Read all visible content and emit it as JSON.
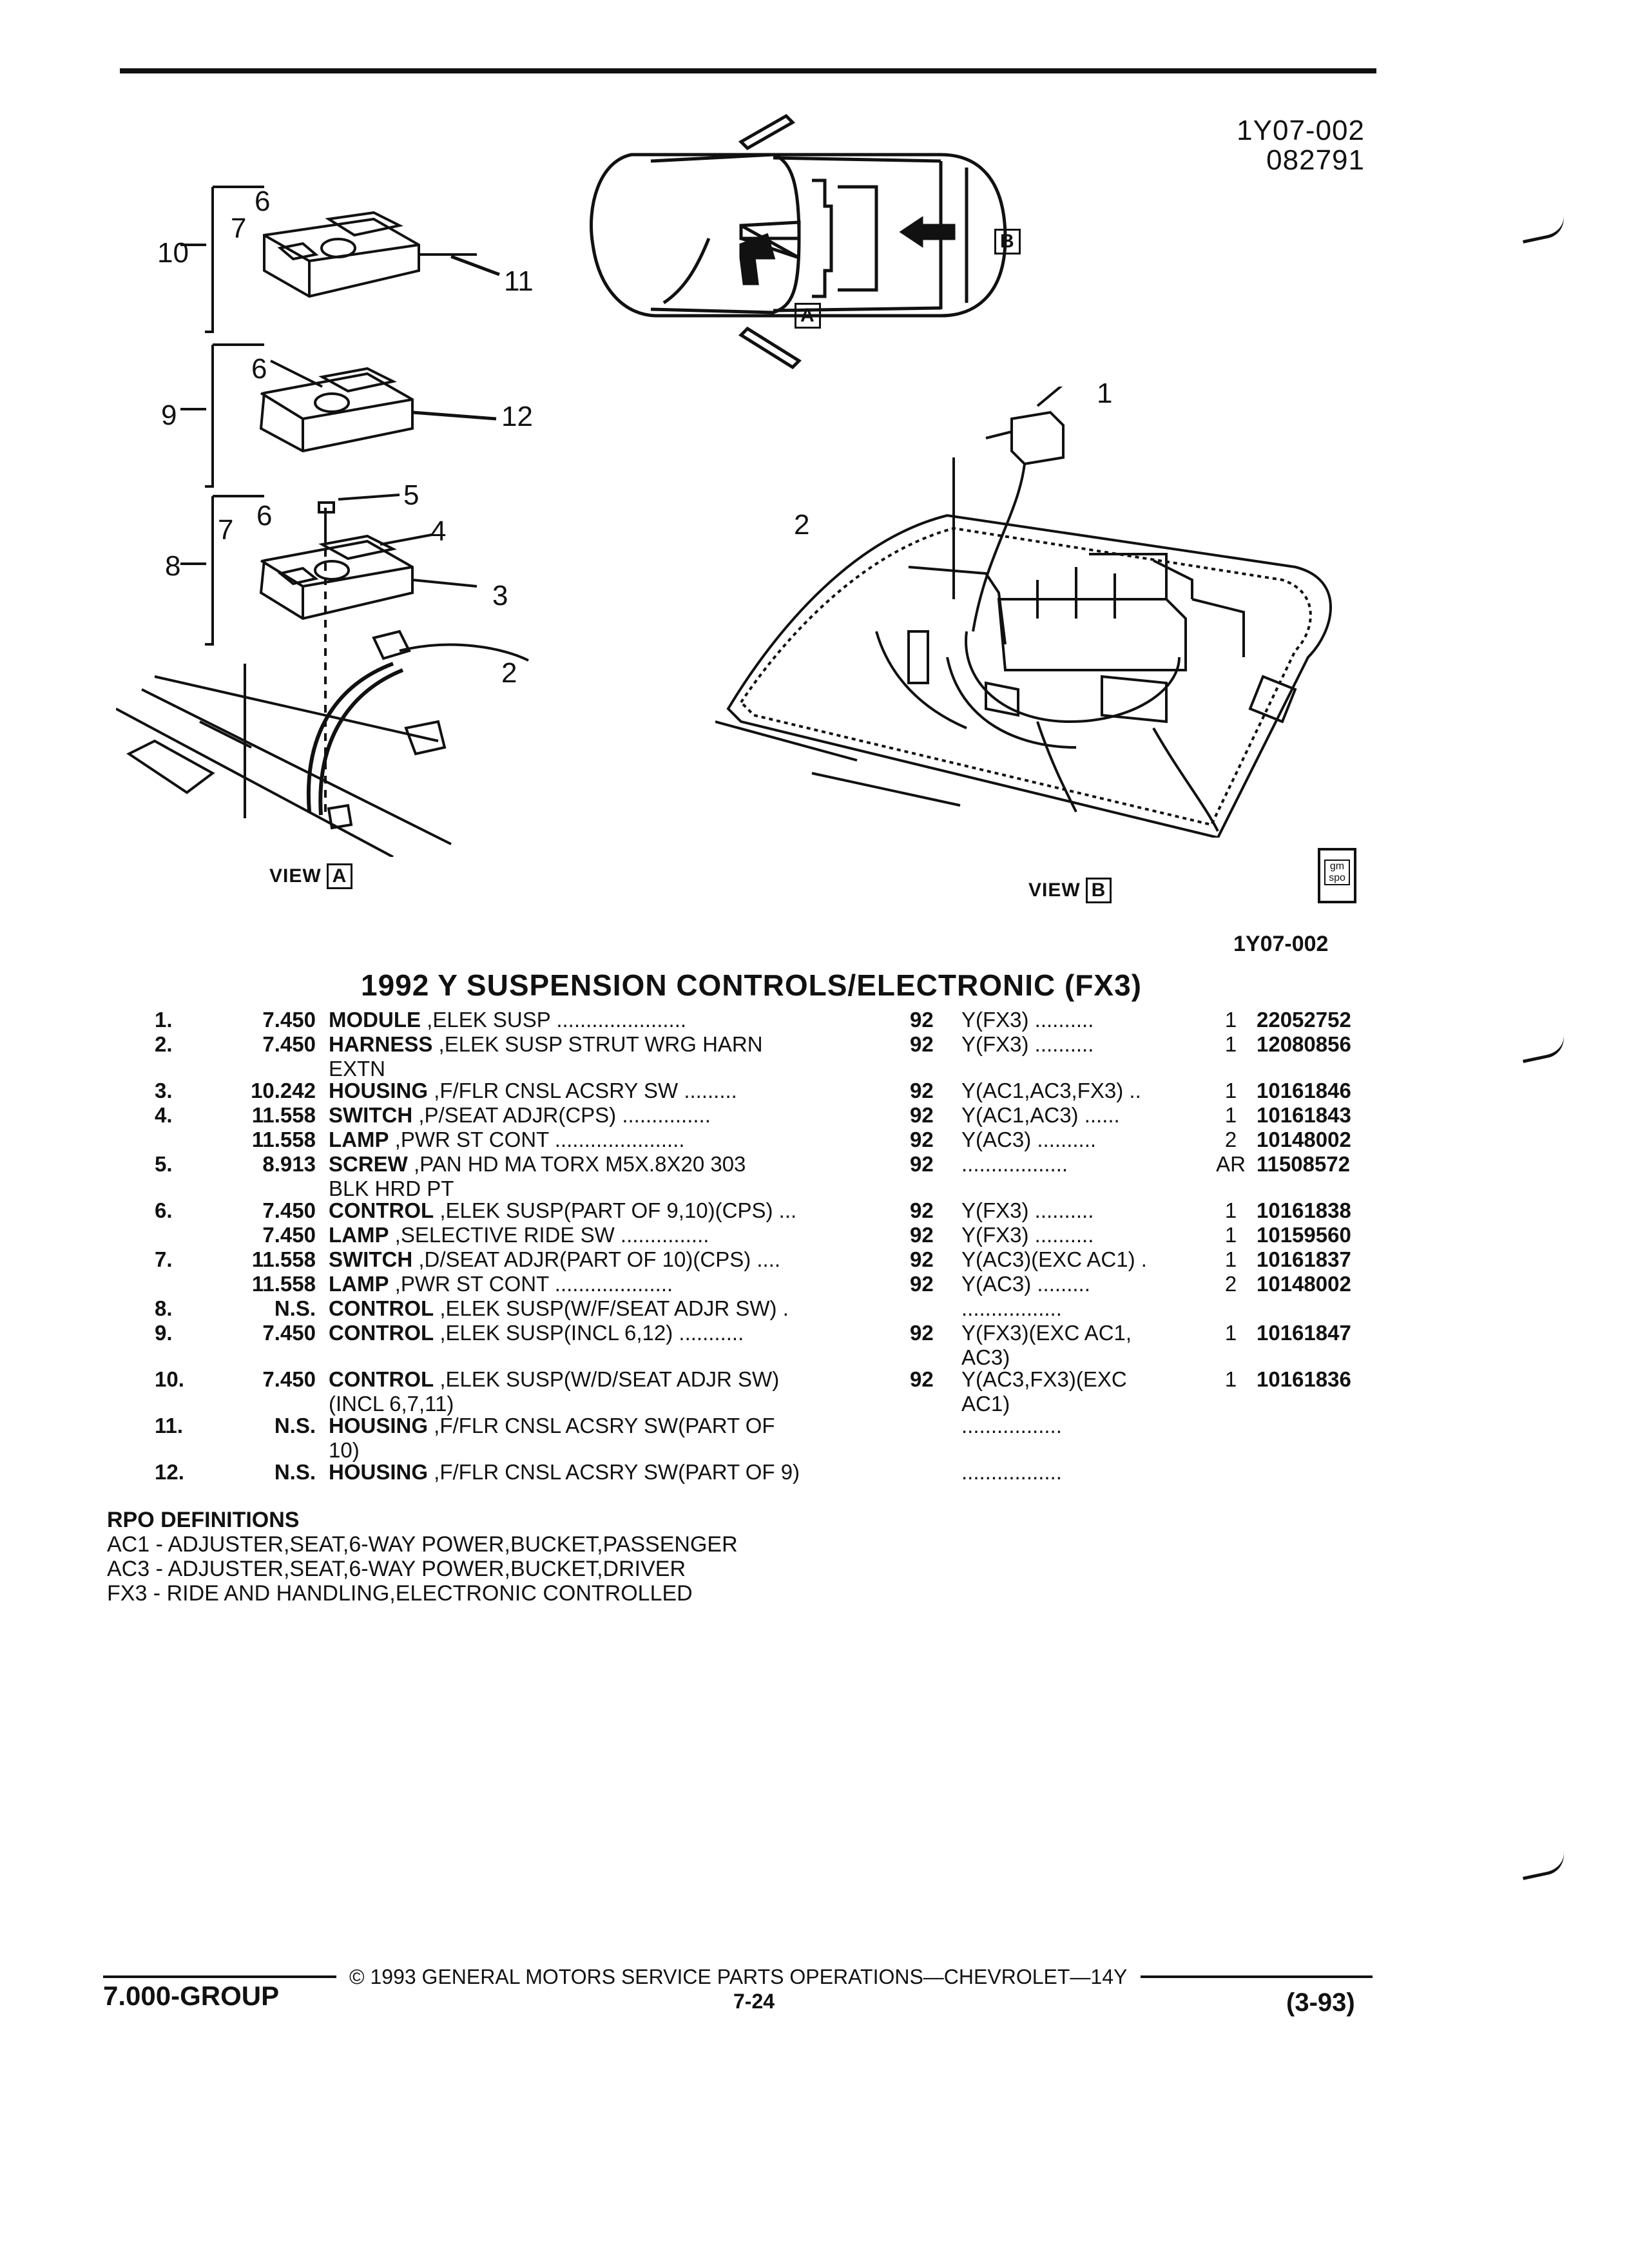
{
  "header": {
    "figure_ref": "1Y07-002",
    "figure_date": "082791"
  },
  "illustration": {
    "callouts_left": [
      "10",
      "7",
      "6",
      "11",
      "6",
      "9",
      "12",
      "7",
      "6",
      "5",
      "4",
      "8",
      "3",
      "2"
    ],
    "callouts_right": [
      "1",
      "2"
    ],
    "view_a_label": "VIEW",
    "view_a_box": "A",
    "view_b_label": "VIEW",
    "view_b_box": "B",
    "car_box_a": "A",
    "car_box_b": "B",
    "icon_text": "gm spo",
    "small_ref": "1Y07-002"
  },
  "title": "1992 Y SUSPENSION CONTROLS/ELECTRONIC (FX3)",
  "parts": [
    {
      "no": "1.",
      "grp": "7.450",
      "name": "MODULE",
      "desc": " ,ELEK SUSP ......................",
      "yr": "92",
      "model": "Y(FX3) ..........",
      "qty": "1",
      "part": "22052752"
    },
    {
      "no": "2.",
      "grp": "7.450",
      "name": "HARNESS",
      "desc": " ,ELEK SUSP STRUT WRG HARN",
      "desc2": "EXTN",
      "yr": "92",
      "model": "Y(FX3) ..........",
      "qty": "1",
      "part": "12080856"
    },
    {
      "no": "3.",
      "grp": "10.242",
      "name": "HOUSING",
      "desc": " ,F/FLR CNSL ACSRY SW .........",
      "yr": "92",
      "model": "Y(AC1,AC3,FX3) ..",
      "qty": "1",
      "part": "10161846"
    },
    {
      "no": "4.",
      "grp": "11.558",
      "name": "SWITCH",
      "desc": " ,P/SEAT ADJR(CPS) ...............",
      "yr": "92",
      "model": "Y(AC1,AC3) ......",
      "qty": "1",
      "part": "10161843"
    },
    {
      "no": "",
      "grp": "11.558",
      "name": "LAMP",
      "desc": " ,PWR ST CONT ......................",
      "yr": "92",
      "model": "Y(AC3) ..........",
      "qty": "2",
      "part": "10148002"
    },
    {
      "no": "5.",
      "grp": "8.913",
      "name": "SCREW",
      "desc": " ,PAN HD MA TORX M5X.8X20 303",
      "desc2": "BLK HRD PT",
      "yr": "92",
      "model": "..................",
      "qty": "AR",
      "part": "11508572"
    },
    {
      "no": "6.",
      "grp": "7.450",
      "name": "CONTROL",
      "desc": " ,ELEK SUSP(PART OF 9,10)(CPS) ...",
      "yr": "92",
      "model": "Y(FX3) ..........",
      "qty": "1",
      "part": "10161838"
    },
    {
      "no": "",
      "grp": "7.450",
      "name": "LAMP",
      "desc": " ,SELECTIVE RIDE SW ...............",
      "yr": "92",
      "model": "Y(FX3) ..........",
      "qty": "1",
      "part": "10159560"
    },
    {
      "no": "7.",
      "grp": "11.558",
      "name": "SWITCH",
      "desc": " ,D/SEAT ADJR(PART OF 10)(CPS) ....",
      "yr": "92",
      "model": "Y(AC3)(EXC AC1) .",
      "qty": "1",
      "part": "10161837"
    },
    {
      "no": "",
      "grp": "11.558",
      "name": "LAMP",
      "desc": " ,PWR ST CONT ....................",
      "yr": "92",
      "model": "Y(AC3) .........",
      "qty": "2",
      "part": "10148002"
    },
    {
      "no": "8.",
      "grp": "N.S.",
      "name": "CONTROL",
      "desc": " ,ELEK SUSP(W/F/SEAT ADJR SW) .",
      "yr": "",
      "model": ".................",
      "qty": "",
      "part": ""
    },
    {
      "no": "9.",
      "grp": "7.450",
      "name": "CONTROL",
      "desc": " ,ELEK SUSP(INCL 6,12) ...........",
      "yr": "92",
      "model": "Y(FX3)(EXC AC1,",
      "model2": "AC3)",
      "qty": "1",
      "part": "10161847"
    },
    {
      "no": "10.",
      "grp": "7.450",
      "name": "CONTROL",
      "desc": " ,ELEK SUSP(W/D/SEAT ADJR SW)",
      "desc2": "(INCL 6,7,11)",
      "yr": "92",
      "model": "Y(AC3,FX3)(EXC",
      "model2": "AC1)",
      "qty": "1",
      "part": "10161836"
    },
    {
      "no": "11.",
      "grp": "N.S.",
      "name": "HOUSING",
      "desc": " ,F/FLR CNSL ACSRY SW(PART OF",
      "desc2": "10)",
      "yr": "",
      "model": ".................",
      "qty": "",
      "part": ""
    },
    {
      "no": "12.",
      "grp": "N.S.",
      "name": "HOUSING",
      "desc": " ,F/FLR CNSL ACSRY SW(PART OF 9)",
      "yr": "",
      "model": ".................",
      "qty": "",
      "part": ""
    }
  ],
  "rpo": {
    "heading": "RPO DEFINITIONS",
    "lines": [
      "AC1 - ADJUSTER,SEAT,6-WAY POWER,BUCKET,PASSENGER",
      "AC3 - ADJUSTER,SEAT,6-WAY POWER,BUCKET,DRIVER",
      "FX3 - RIDE AND HANDLING,ELECTRONIC CONTROLLED"
    ]
  },
  "footer": {
    "group": "7.000-GROUP",
    "copyright": "© 1993 GENERAL MOTORS SERVICE PARTS OPERATIONS—CHEVROLET—14Y",
    "page": "7-24",
    "revision": "(3-93)"
  }
}
